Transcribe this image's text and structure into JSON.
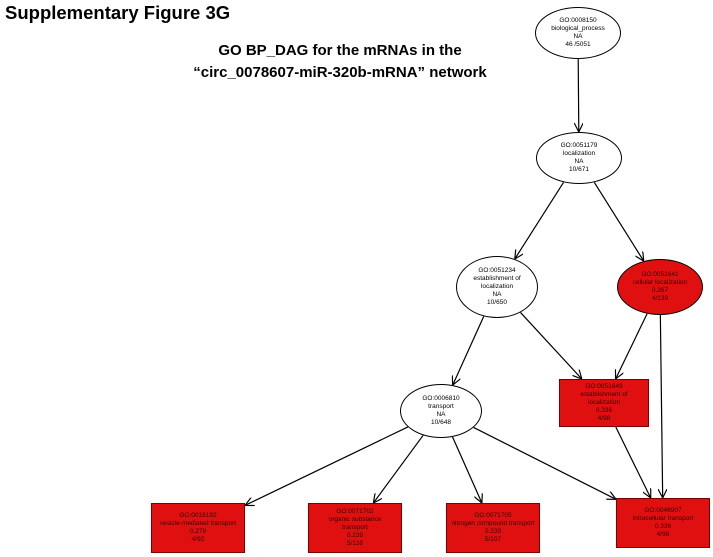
{
  "header": {
    "figure_label": "Supplementary Figure 3G",
    "title_line1": "GO BP_DAG for the mRNAs in the",
    "title_line2": "“circ_0078607-miR-320b-mRNA” network"
  },
  "colors": {
    "significant_fill": "#e01010",
    "node_fill": "#ffffff",
    "edge": "#000000"
  },
  "nodes": [
    {
      "id": "n0008150",
      "go_id": "GO:0008150",
      "term": "biological_process",
      "pvalue": "NA",
      "count": "46 /5051",
      "shape": "ellipse",
      "significant": false
    },
    {
      "id": "n0051179",
      "go_id": "GO:0051179",
      "term": "localization",
      "pvalue": "NA",
      "count": "10/671",
      "shape": "ellipse",
      "significant": false
    },
    {
      "id": "n0051234",
      "go_id": "GO:0051234",
      "term": "establishment of\nlocalization",
      "pvalue": "NA",
      "count": "10/650",
      "shape": "ellipse",
      "significant": false
    },
    {
      "id": "n0051641",
      "go_id": "GO:0051641",
      "term": "cellular localization",
      "pvalue": "0.267",
      "count": "4/139",
      "shape": "ellipse",
      "significant": true
    },
    {
      "id": "n0006810",
      "go_id": "GO:0006810",
      "term": "transport",
      "pvalue": "NA",
      "count": "10/648",
      "shape": "ellipse",
      "significant": false
    },
    {
      "id": "n0051649",
      "go_id": "GO:0051649",
      "term": "establishment of\nlocalization",
      "pvalue": "0.336",
      "count": "4/98",
      "shape": "box",
      "significant": true
    },
    {
      "id": "n0016192",
      "go_id": "GO:0016192",
      "term": "vesicle-mediated transport",
      "pvalue": "0.279",
      "count": "4/92",
      "shape": "box",
      "significant": true
    },
    {
      "id": "n0071702",
      "go_id": "GO:0071702",
      "term": "organic substance\ntransport",
      "pvalue": "0.239",
      "count": "5/139",
      "shape": "box",
      "significant": true
    },
    {
      "id": "n0071705",
      "go_id": "GO:0071705",
      "term": "nitrogen compound transport",
      "pvalue": "0.239",
      "count": "5/107",
      "shape": "box",
      "significant": true
    },
    {
      "id": "n0046907",
      "go_id": "GO:0046907",
      "term": "intracellular transport",
      "pvalue": "0.336",
      "count": "4/98",
      "shape": "box",
      "significant": true
    }
  ],
  "edges": [
    {
      "from": "n0008150",
      "to": "n0051179"
    },
    {
      "from": "n0051179",
      "to": "n0051234"
    },
    {
      "from": "n0051179",
      "to": "n0051641"
    },
    {
      "from": "n0051234",
      "to": "n0006810"
    },
    {
      "from": "n0051234",
      "to": "n0051649"
    },
    {
      "from": "n0051641",
      "to": "n0051649"
    },
    {
      "from": "n0051641",
      "to": "n0046907"
    },
    {
      "from": "n0051649",
      "to": "n0046907"
    },
    {
      "from": "n0006810",
      "to": "n0016192"
    },
    {
      "from": "n0006810",
      "to": "n0071702"
    },
    {
      "from": "n0006810",
      "to": "n0071705"
    },
    {
      "from": "n0006810",
      "to": "n0046907"
    }
  ]
}
